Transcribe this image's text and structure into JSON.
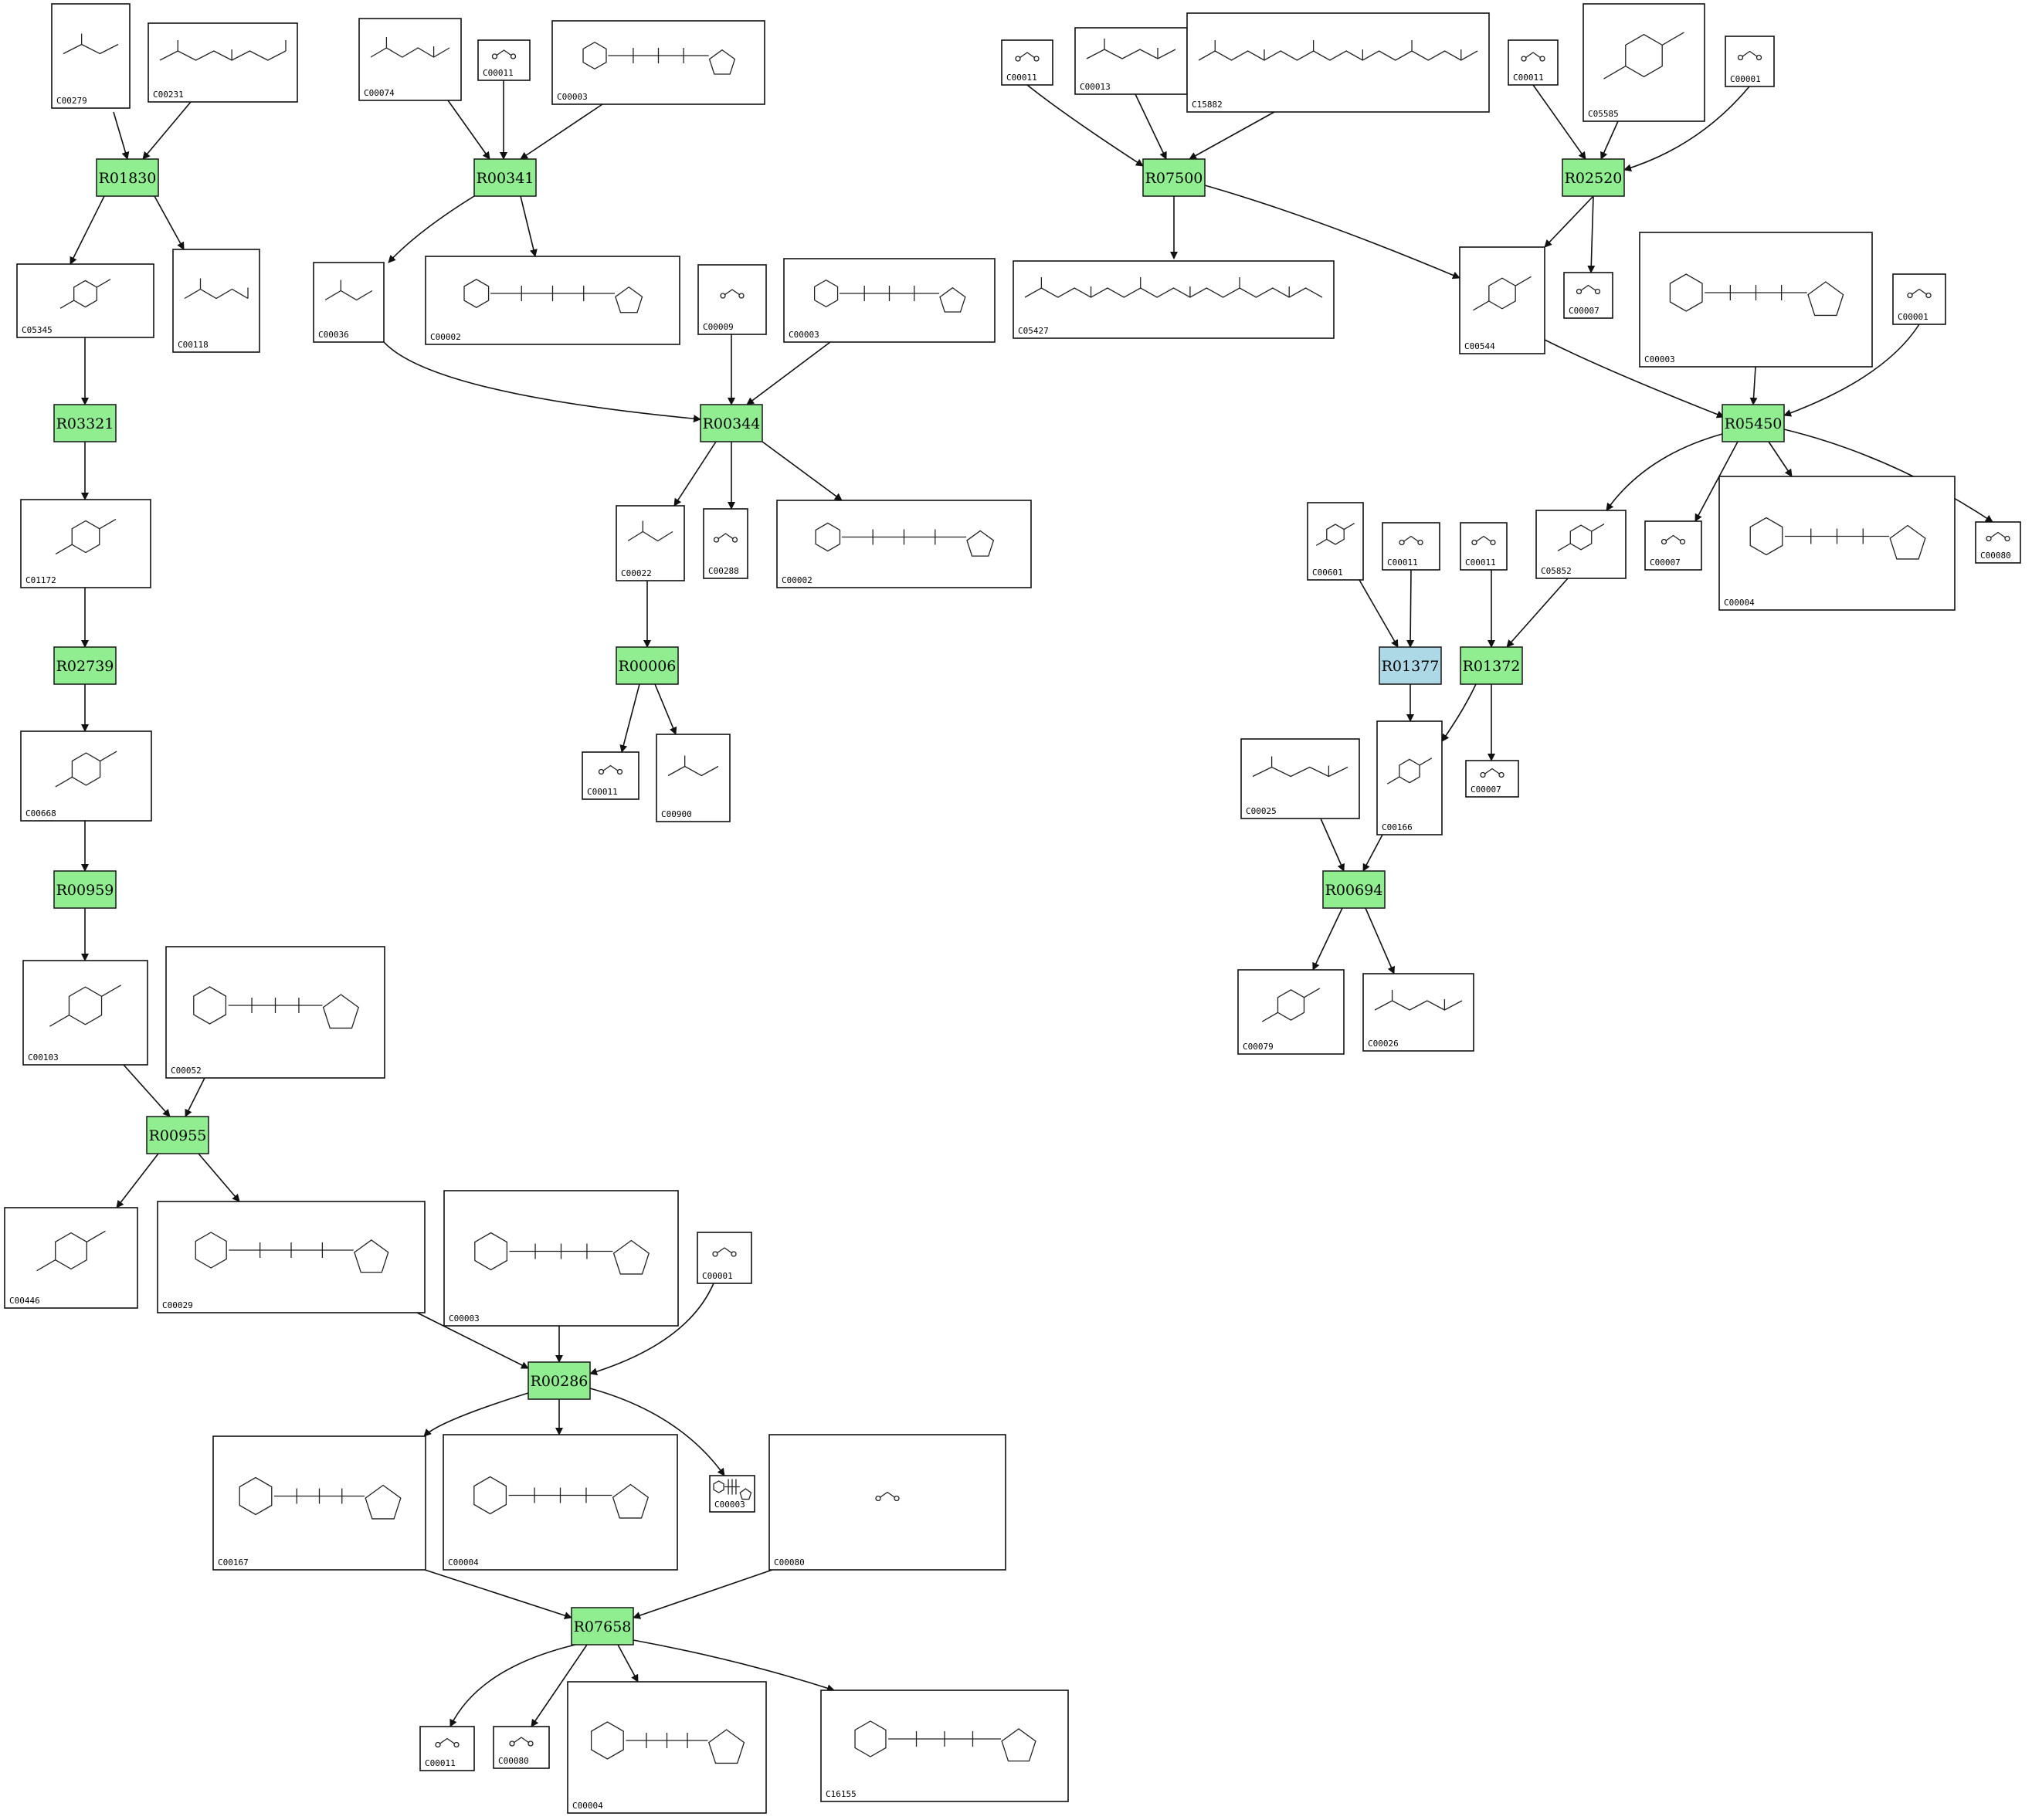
{
  "colors": {
    "reaction_fill": "#90ee90",
    "reaction_fill_highlight": "#add8e6",
    "edge": "#111111",
    "box_border": "#111111"
  },
  "reactions": [
    {
      "id": "R01830",
      "style": "normal"
    },
    {
      "id": "R00341",
      "style": "normal"
    },
    {
      "id": "R07500",
      "style": "normal"
    },
    {
      "id": "R02520",
      "style": "normal"
    },
    {
      "id": "R03321",
      "style": "normal"
    },
    {
      "id": "R00344",
      "style": "normal"
    },
    {
      "id": "R05450",
      "style": "normal"
    },
    {
      "id": "R01377",
      "style": "highlight"
    },
    {
      "id": "R01372",
      "style": "normal"
    },
    {
      "id": "R02739",
      "style": "normal"
    },
    {
      "id": "R00006",
      "style": "normal"
    },
    {
      "id": "R00959",
      "style": "normal"
    },
    {
      "id": "R00694",
      "style": "normal"
    },
    {
      "id": "R00955",
      "style": "normal"
    },
    {
      "id": "R00286",
      "style": "normal"
    },
    {
      "id": "R07658",
      "style": "normal"
    }
  ],
  "compounds": [
    {
      "id": "C00279",
      "glyph": "chain"
    },
    {
      "id": "C00231",
      "glyph": "chain"
    },
    {
      "id": "C00074",
      "glyph": "chain"
    },
    {
      "id": "C00011",
      "glyph": "small"
    },
    {
      "id": "C00003",
      "glyph": "nucleotide"
    },
    {
      "id": "C00011",
      "glyph": "small"
    },
    {
      "id": "C00013",
      "glyph": "chain"
    },
    {
      "id": "C15882",
      "glyph": "long-chain"
    },
    {
      "id": "C00011",
      "glyph": "small"
    },
    {
      "id": "C05585",
      "glyph": "ring"
    },
    {
      "id": "C00001",
      "glyph": "small"
    },
    {
      "id": "C05345",
      "glyph": "ring"
    },
    {
      "id": "C00118",
      "glyph": "chain"
    },
    {
      "id": "C00036",
      "glyph": "chain"
    },
    {
      "id": "C00002",
      "glyph": "nucleotide"
    },
    {
      "id": "C00009",
      "glyph": "small"
    },
    {
      "id": "C00003",
      "glyph": "nucleotide"
    },
    {
      "id": "C05427",
      "glyph": "long-chain"
    },
    {
      "id": "C00544",
      "glyph": "ring"
    },
    {
      "id": "C00007",
      "glyph": "small"
    },
    {
      "id": "C00003",
      "glyph": "nucleotide"
    },
    {
      "id": "C00001",
      "glyph": "small"
    },
    {
      "id": "C01172",
      "glyph": "ring"
    },
    {
      "id": "C00022",
      "glyph": "chain"
    },
    {
      "id": "C00288",
      "glyph": "small"
    },
    {
      "id": "C00002",
      "glyph": "nucleotide"
    },
    {
      "id": "C00601",
      "glyph": "ring"
    },
    {
      "id": "C00011",
      "glyph": "small"
    },
    {
      "id": "C00011",
      "glyph": "small"
    },
    {
      "id": "C05852",
      "glyph": "ring"
    },
    {
      "id": "C00007",
      "glyph": "small"
    },
    {
      "id": "C00004",
      "glyph": "nucleotide"
    },
    {
      "id": "C00080",
      "glyph": "small"
    },
    {
      "id": "C00668",
      "glyph": "ring"
    },
    {
      "id": "C00011",
      "glyph": "small"
    },
    {
      "id": "C00900",
      "glyph": "chain"
    },
    {
      "id": "C00025",
      "glyph": "chain"
    },
    {
      "id": "C00166",
      "glyph": "ring"
    },
    {
      "id": "C00007",
      "glyph": "small"
    },
    {
      "id": "C00079",
      "glyph": "ring"
    },
    {
      "id": "C00026",
      "glyph": "chain"
    },
    {
      "id": "C00103",
      "glyph": "ring"
    },
    {
      "id": "C00052",
      "glyph": "nucleotide"
    },
    {
      "id": "C00446",
      "glyph": "ring"
    },
    {
      "id": "C00029",
      "glyph": "nucleotide"
    },
    {
      "id": "C00003",
      "glyph": "nucleotide"
    },
    {
      "id": "C00001",
      "glyph": "small"
    },
    {
      "id": "C00167",
      "glyph": "nucleotide"
    },
    {
      "id": "C00004",
      "glyph": "nucleotide"
    },
    {
      "id": "C00080",
      "glyph": "small"
    },
    {
      "id": "C00003",
      "glyph": "nucleotide"
    },
    {
      "id": "C00011",
      "glyph": "small"
    },
    {
      "id": "C00080",
      "glyph": "small"
    },
    {
      "id": "C00004",
      "glyph": "nucleotide"
    },
    {
      "id": "C16155",
      "glyph": "nucleotide"
    }
  ],
  "edges": [
    {
      "from": "C00279",
      "to": "R01830"
    },
    {
      "from": "C00231",
      "to": "R01830"
    },
    {
      "from": "R01830",
      "to": "C05345"
    },
    {
      "from": "R01830",
      "to": "C00118"
    },
    {
      "from": "C05345",
      "to": "R03321"
    },
    {
      "from": "R03321",
      "to": "C01172"
    },
    {
      "from": "C01172",
      "to": "R02739"
    },
    {
      "from": "R02739",
      "to": "C00668"
    },
    {
      "from": "C00668",
      "to": "R00959"
    },
    {
      "from": "R00959",
      "to": "C00103"
    },
    {
      "from": "C00103",
      "to": "R00955"
    },
    {
      "from": "C00052",
      "to": "R00955"
    },
    {
      "from": "R00955",
      "to": "C00446"
    },
    {
      "from": "R00955",
      "to": "C00029"
    },
    {
      "from": "C00029",
      "to": "R00286"
    },
    {
      "from": "C00003",
      "to": "R00286"
    },
    {
      "from": "C00001",
      "to": "R00286"
    },
    {
      "from": "R00286",
      "to": "C00167"
    },
    {
      "from": "R00286",
      "to": "C00004"
    },
    {
      "from": "R00286",
      "to": "C00080"
    },
    {
      "from": "C00167",
      "to": "R07658"
    },
    {
      "from": "C00003",
      "to": "R07658"
    },
    {
      "from": "R07658",
      "to": "C00011"
    },
    {
      "from": "R07658",
      "to": "C00080"
    },
    {
      "from": "R07658",
      "to": "C00004"
    },
    {
      "from": "R07658",
      "to": "C16155"
    },
    {
      "from": "C00074",
      "to": "R00341"
    },
    {
      "from": "C00011",
      "to": "R00341"
    },
    {
      "from": "C00003",
      "to": "R00341"
    },
    {
      "from": "R00341",
      "to": "C00036"
    },
    {
      "from": "R00341",
      "to": "C00002"
    },
    {
      "from": "C00036",
      "to": "R00344"
    },
    {
      "from": "C00009",
      "to": "R00344"
    },
    {
      "from": "C00003",
      "to": "R00344"
    },
    {
      "from": "R00344",
      "to": "C00022"
    },
    {
      "from": "R00344",
      "to": "C00288"
    },
    {
      "from": "R00344",
      "to": "C00002"
    },
    {
      "from": "C00022",
      "to": "R00006"
    },
    {
      "from": "R00006",
      "to": "C00011"
    },
    {
      "from": "R00006",
      "to": "C00900"
    },
    {
      "from": "C00011",
      "to": "R07500"
    },
    {
      "from": "C00013",
      "to": "R07500"
    },
    {
      "from": "C15882",
      "to": "R07500"
    },
    {
      "from": "R07500",
      "to": "C05427"
    },
    {
      "from": "R07500",
      "to": "C00544"
    },
    {
      "from": "C00011",
      "to": "R02520"
    },
    {
      "from": "C05585",
      "to": "R02520"
    },
    {
      "from": "C00001",
      "to": "R02520"
    },
    {
      "from": "R02520",
      "to": "C00544"
    },
    {
      "from": "R02520",
      "to": "C00007"
    },
    {
      "from": "C00544",
      "to": "R05450"
    },
    {
      "from": "C00003",
      "to": "R05450"
    },
    {
      "from": "C00001",
      "to": "R05450"
    },
    {
      "from": "R05450",
      "to": "C05852"
    },
    {
      "from": "R05450",
      "to": "C00007"
    },
    {
      "from": "R05450",
      "to": "C00004"
    },
    {
      "from": "R05450",
      "to": "C00080"
    },
    {
      "from": "C00601",
      "to": "R01377"
    },
    {
      "from": "C00011",
      "to": "R01377"
    },
    {
      "from": "C00011",
      "to": "R01372"
    },
    {
      "from": "C05852",
      "to": "R01372"
    },
    {
      "from": "R01377",
      "to": "C00166"
    },
    {
      "from": "R01372",
      "to": "C00166"
    },
    {
      "from": "R01372",
      "to": "C00007"
    },
    {
      "from": "C00025",
      "to": "R00694"
    },
    {
      "from": "C00166",
      "to": "R00694"
    },
    {
      "from": "R00694",
      "to": "C00079"
    },
    {
      "from": "R00694",
      "to": "C00026"
    }
  ]
}
